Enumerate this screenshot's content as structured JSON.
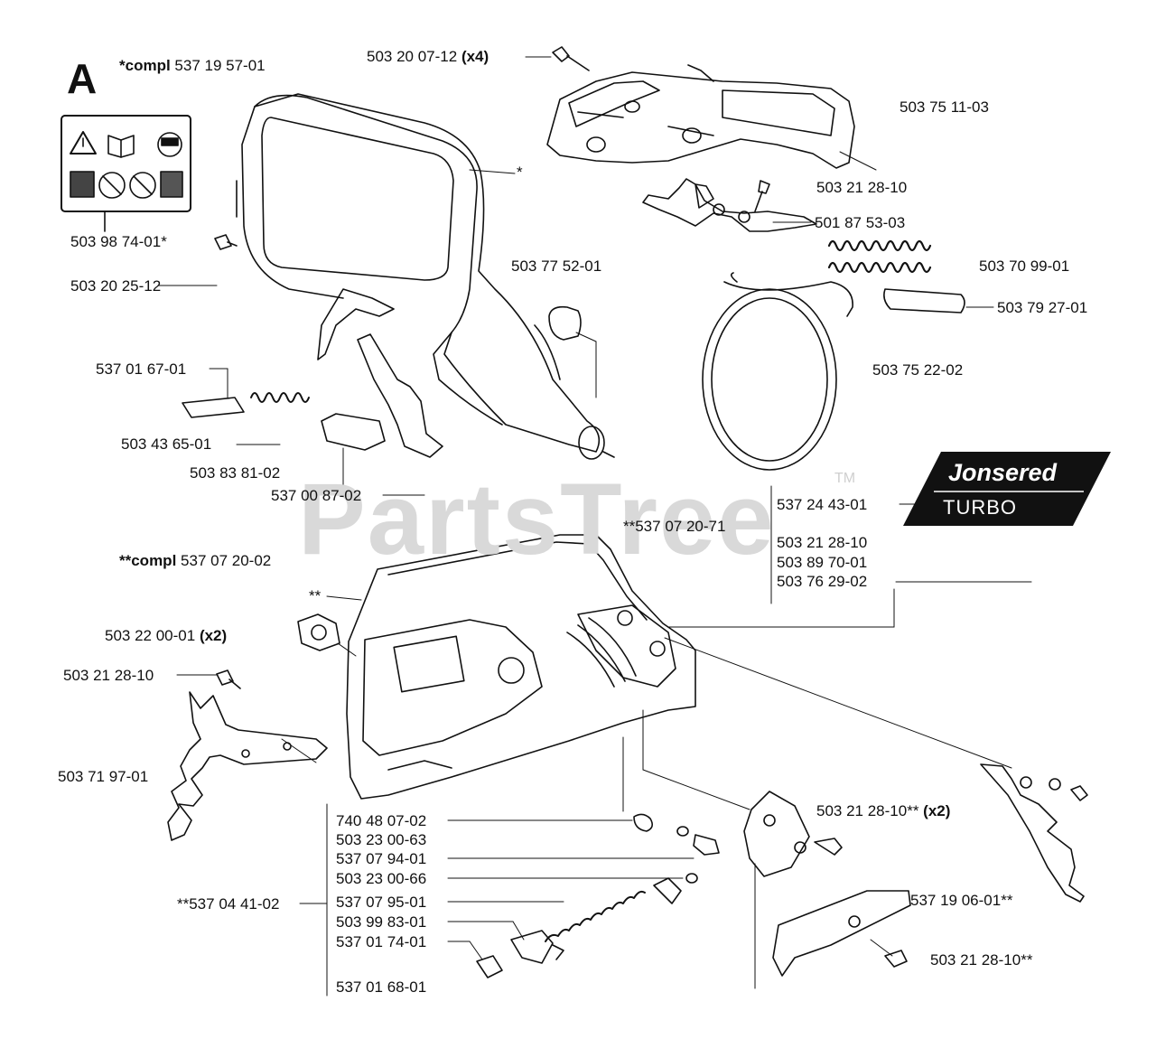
{
  "section_letter": "A",
  "watermark": "PartsTree",
  "trademark": "TM",
  "logo": {
    "brand": "Jonsered",
    "model": "TURBO"
  },
  "labels": {
    "compl_top": {
      "prefix": "*compl",
      "num": "537 19 57-01"
    },
    "screw_x4": {
      "num": "503 20 07-12",
      "suffix": "(x4)"
    },
    "guard_top": "503 75 11-03",
    "screw_2128_a": "503 21 28-10",
    "lever": "501 87 53-03",
    "spring_big": "503 70 99-01",
    "pin_top": "503 79 27-01",
    "band": "503 75 22-02",
    "sticker": "503 98 74-01*",
    "screw_2512": "503 20 25-12",
    "handle": "503 77 52-01",
    "part_6701": "537 01 67-01",
    "spring_small": "503 43 65-01",
    "part_8381": "503 83 81-02",
    "part_8702": "537 00 87-02",
    "logo_part": "537 24 43-01",
    "cover_star": "**537 07 20-71",
    "compl_cover": {
      "prefix": "**compl",
      "num": "537 07 20-02"
    },
    "cover_group": [
      "503 21 28-10",
      "503 89 70-01",
      "503 76 29-02"
    ],
    "dstar": "**",
    "star": "*",
    "nut": {
      "num": "503 22 00-01",
      "suffix": "(x2)"
    },
    "screw_2128_b": "503 21 28-10",
    "spike": "503 71 97-01",
    "screw_x2_right": {
      "num": "503 21 28-10**",
      "suffix": "(x2)"
    },
    "spike_right": "537 19 06-01**",
    "bottom_list": [
      "740 48 07-02",
      "503 23 00-63",
      "537 07 94-01",
      "503 23 00-66",
      "537 07 95-01",
      "503 99 83-01",
      "537 01 74-01",
      "537 01 68-01"
    ],
    "tensioner": "**537 04 41-02",
    "screw_plate": "503 21 28-10**"
  }
}
